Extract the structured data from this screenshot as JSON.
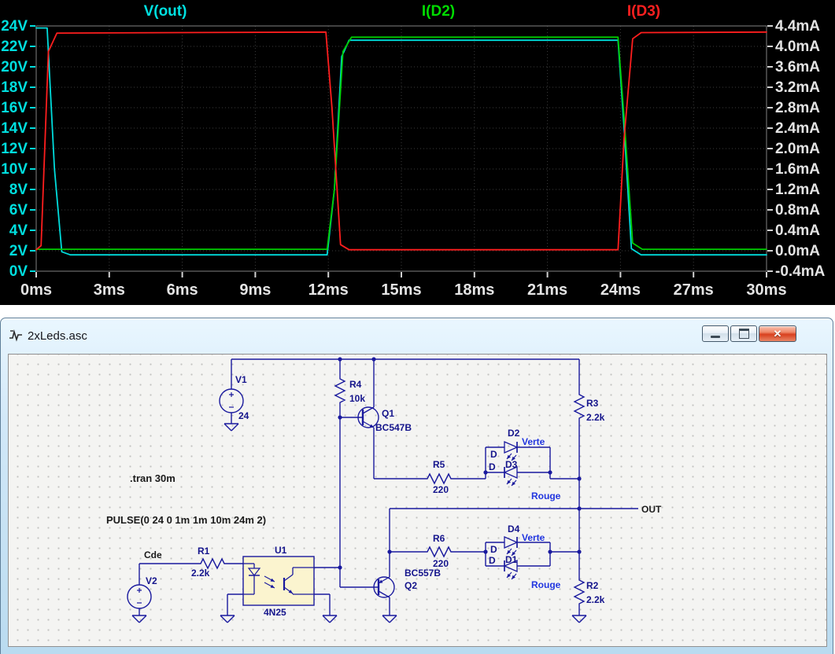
{
  "window": {
    "title": "2xLeds.asc",
    "close_glyph": "✕"
  },
  "plot": {
    "trace_labels": [
      {
        "label": "V(out)",
        "color": "#00e0e0"
      },
      {
        "label": "I(D2)",
        "color": "#00dc00"
      },
      {
        "label": "I(D3)",
        "color": "#ff2020"
      }
    ],
    "y_left_ticks": [
      "24V",
      "22V",
      "20V",
      "18V",
      "16V",
      "14V",
      "12V",
      "10V",
      "8V",
      "6V",
      "4V",
      "2V",
      "0V"
    ],
    "y_right_ticks": [
      "4.4mA",
      "4.0mA",
      "3.6mA",
      "3.2mA",
      "2.8mA",
      "2.4mA",
      "2.0mA",
      "1.6mA",
      "1.2mA",
      "0.8mA",
      "0.4mA",
      "0.0mA",
      "-0.4mA"
    ],
    "x_ticks": [
      "0ms",
      "3ms",
      "6ms",
      "9ms",
      "12ms",
      "15ms",
      "18ms",
      "21ms",
      "24ms",
      "27ms",
      "30ms"
    ]
  },
  "chart_data": {
    "type": "line",
    "title": "",
    "x_unit": "ms",
    "x_range": [
      0,
      30
    ],
    "x_tick_step": 3,
    "grid": true,
    "y_left": {
      "unit": "V",
      "range": [
        0,
        24
      ],
      "tick_step": 2
    },
    "y_right": {
      "unit": "mA",
      "range": [
        -0.4,
        4.4
      ],
      "tick_step": 0.4
    },
    "series": [
      {
        "name": "V(out)",
        "axis": "left",
        "color": "#00dcdc",
        "points": [
          [
            0,
            23.8
          ],
          [
            0.45,
            23.8
          ],
          [
            0.75,
            10
          ],
          [
            1.05,
            1.9
          ],
          [
            1.4,
            1.6
          ],
          [
            11.95,
            1.6
          ],
          [
            12.25,
            8
          ],
          [
            12.55,
            21
          ],
          [
            12.85,
            22.6
          ],
          [
            23.9,
            22.6
          ],
          [
            24.15,
            14
          ],
          [
            24.45,
            2.2
          ],
          [
            24.85,
            1.6
          ],
          [
            30,
            1.6
          ]
        ]
      },
      {
        "name": "I(D2)",
        "axis": "right",
        "color": "#00cc00",
        "points": [
          [
            0,
            0.03
          ],
          [
            11.95,
            0.03
          ],
          [
            12.25,
            1.2
          ],
          [
            12.6,
            3.9
          ],
          [
            12.95,
            4.18
          ],
          [
            23.9,
            4.18
          ],
          [
            24.15,
            2.6
          ],
          [
            24.5,
            0.15
          ],
          [
            24.9,
            0.03
          ],
          [
            30,
            0.03
          ]
        ]
      },
      {
        "name": "I(D3)",
        "axis": "right",
        "color": "#ff1e1e",
        "points": [
          [
            0,
            0.02
          ],
          [
            0.2,
            0.1
          ],
          [
            0.5,
            3.9
          ],
          [
            0.85,
            4.26
          ],
          [
            11.9,
            4.28
          ],
          [
            12.15,
            2.8
          ],
          [
            12.5,
            0.12
          ],
          [
            12.85,
            0.02
          ],
          [
            23.9,
            0.02
          ],
          [
            24.15,
            2.2
          ],
          [
            24.5,
            4.15
          ],
          [
            24.85,
            4.27
          ],
          [
            30,
            4.28
          ]
        ]
      }
    ]
  },
  "schematic": {
    "directives": {
      "tran": ".tran 30m",
      "pulse": "PULSE(0 24 0 1m 1m 10m 24m 2)"
    },
    "labels": {
      "v1": "V1",
      "v1_value": "24",
      "v2": "V2",
      "r1": "R1",
      "r1_value": "2.2k",
      "r2": "R2",
      "r2_value": "2.2k",
      "r3": "R3",
      "r3_value": "2.2k",
      "r4": "R4",
      "r4_value": "10k",
      "r5": "R5",
      "r5_value": "220",
      "r6": "R6",
      "r6_value": "220",
      "q1": "Q1",
      "q1_value": "BC547B",
      "q2": "Q2",
      "q2_value": "BC557B",
      "u1": "U1",
      "u1_value": "4N25",
      "d1": "D1",
      "d2": "D2",
      "d3": "D3",
      "d4": "D4",
      "diode_model": "D",
      "led_green": "Verte",
      "led_red": "Rouge",
      "out": "OUT",
      "cde": "Cde"
    }
  }
}
